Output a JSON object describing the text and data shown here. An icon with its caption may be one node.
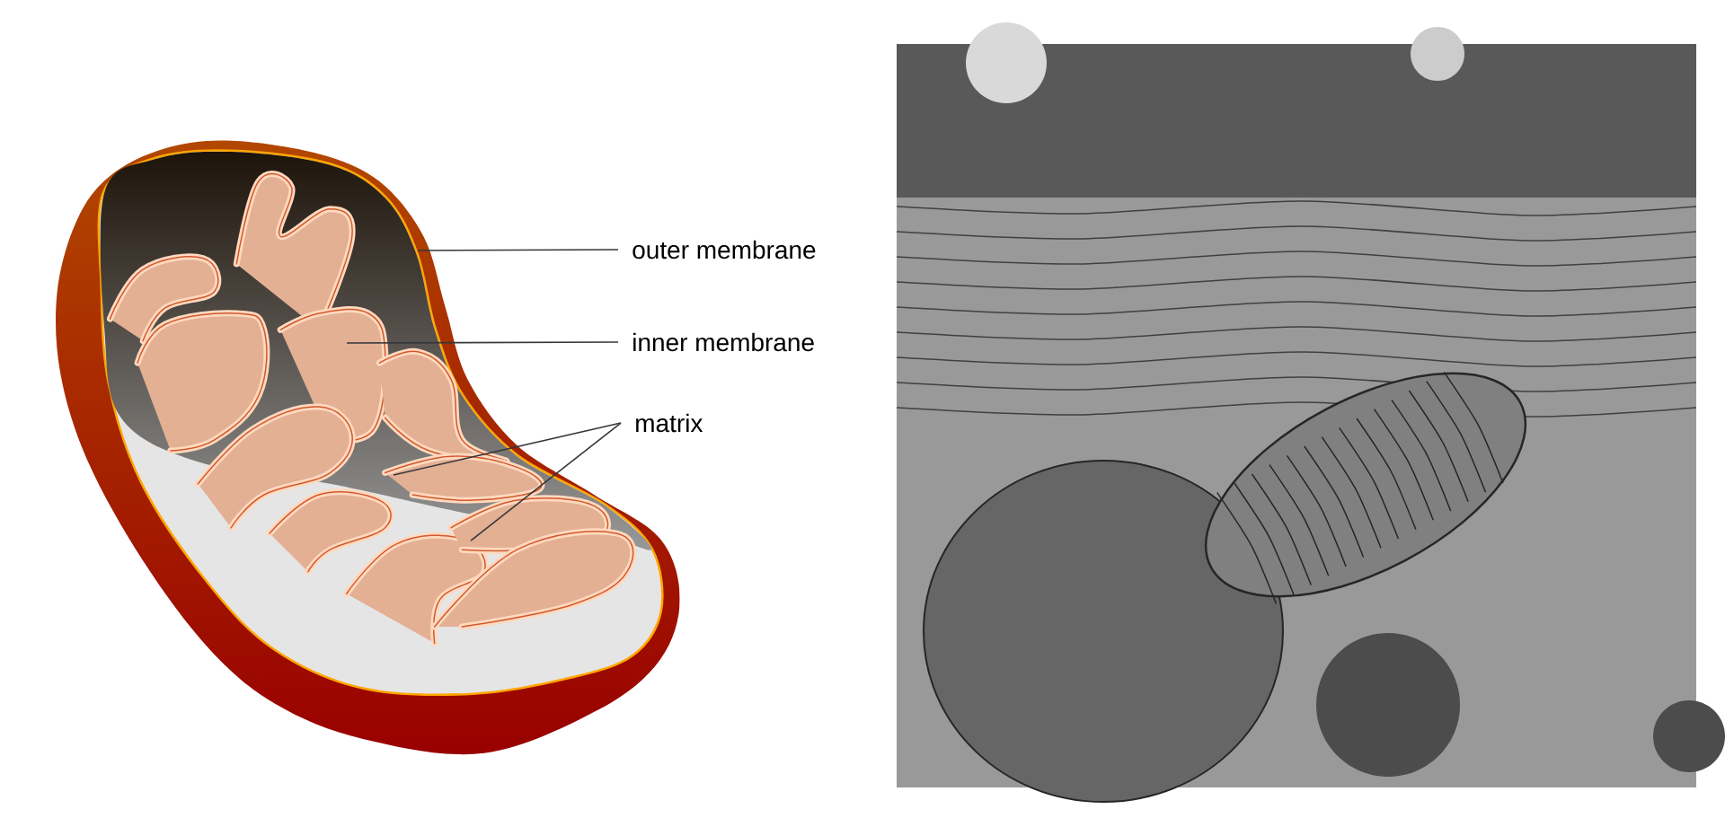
{
  "diagram": {
    "nodes": [
      {
        "text": [
          "outer membrane"
        ]
      },
      {
        "text": [
          "inner membrane"
        ]
      },
      {
        "text": [
          "matrix"
        ]
      }
    ],
    "edges": [
      {
        "from": 0,
        "to": null,
        "arrow": "none"
      },
      {
        "from": 1,
        "to": null,
        "arrow": "none"
      },
      {
        "from": 2,
        "to": null,
        "arrow": "none"
      },
      {
        "from": 2,
        "to": null,
        "arrow": "none"
      }
    ]
  }
}
